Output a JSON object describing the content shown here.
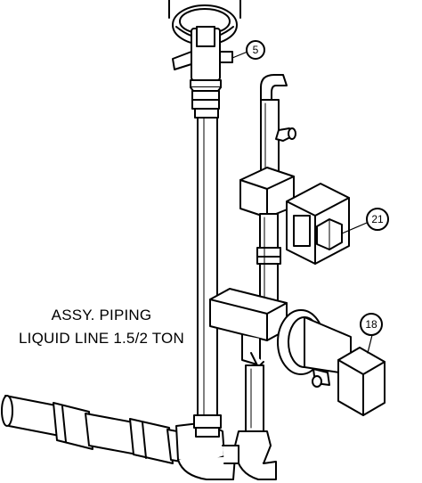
{
  "title": {
    "line1": "ASSY. PIPING",
    "line2": "LIQUID LINE 1.5/2 TON"
  },
  "callouts": [
    {
      "label": "5"
    },
    {
      "label": "21"
    },
    {
      "label": "18"
    }
  ],
  "colors": {
    "line": "#000000",
    "fill": "#ffffff"
  }
}
